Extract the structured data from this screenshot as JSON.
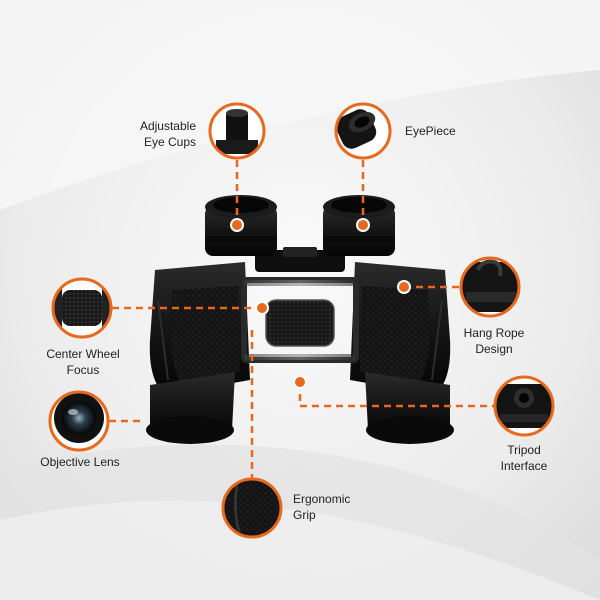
{
  "colors": {
    "accent": "#e8691c",
    "background": "#ececec",
    "body": "#121212"
  },
  "callouts": [
    {
      "id": "eye-cups",
      "lines": [
        "Adjustable",
        "Eye Cups"
      ],
      "icon": "eye-cup-closeup"
    },
    {
      "id": "eyepiece",
      "lines": [
        "EyePiece"
      ],
      "icon": "eyepiece-closeup"
    },
    {
      "id": "hang-rope",
      "lines": [
        "Hang Rope",
        "Design"
      ],
      "icon": "rope-loop-closeup"
    },
    {
      "id": "center-wheel",
      "lines": [
        "Center Wheel",
        "Focus"
      ],
      "icon": "focus-wheel-closeup"
    },
    {
      "id": "objective-lens",
      "lines": [
        "Objective Lens"
      ],
      "icon": "objective-lens-closeup"
    },
    {
      "id": "tripod",
      "lines": [
        "Tripod",
        "Interface"
      ],
      "icon": "tripod-mount-closeup"
    },
    {
      "id": "grip",
      "lines": [
        "Ergonomic",
        "Grip"
      ],
      "icon": "grip-texture-closeup"
    }
  ]
}
